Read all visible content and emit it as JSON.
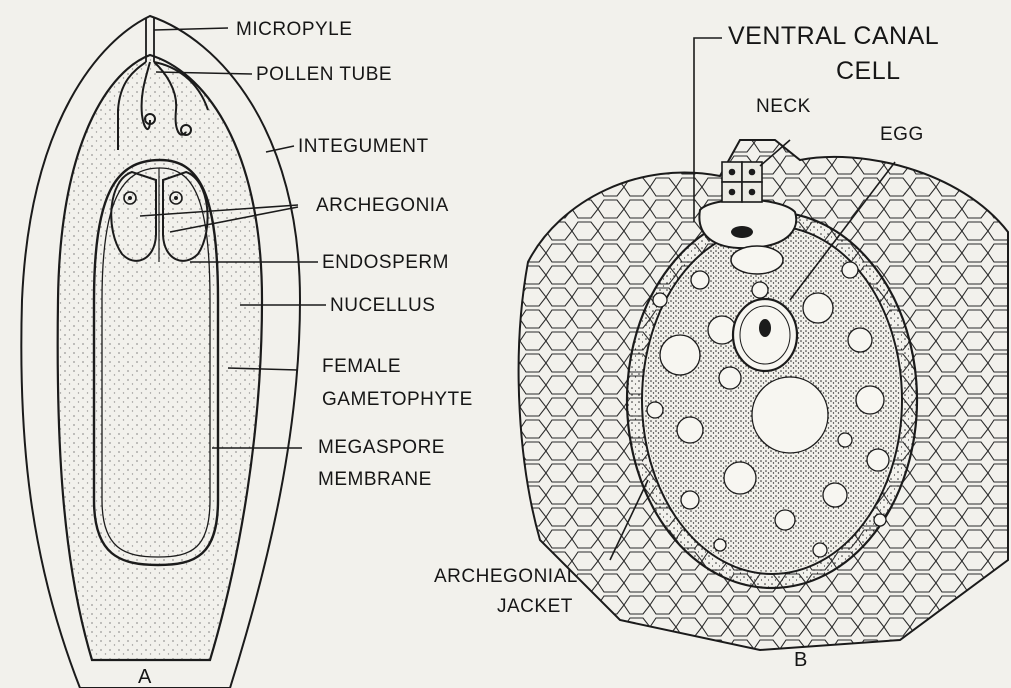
{
  "panel_a": {
    "letter": "A",
    "labels": {
      "micropyle": "MICROPYLE",
      "pollen_tube": "POLLEN TUBE",
      "integument": "INTEGUMENT",
      "archegonia": "ARCHEGONIA",
      "endosperm": "ENDOSPERM",
      "nucellus": "NUCELLUS",
      "female_line1": "FEMALE",
      "female_line2": "GAMETOPHYTE",
      "megaspore_line1": "MEGASPORE",
      "megaspore_line2": "MEMBRANE"
    }
  },
  "panel_b": {
    "letter": "B",
    "labels": {
      "vcc_line1": "VENTRAL CANAL",
      "vcc_line2": "CELL",
      "neck": "NECK",
      "egg": "EGG",
      "jacket_line1": "ARCHEGONIAL",
      "jacket_line2": "JACKET"
    }
  }
}
